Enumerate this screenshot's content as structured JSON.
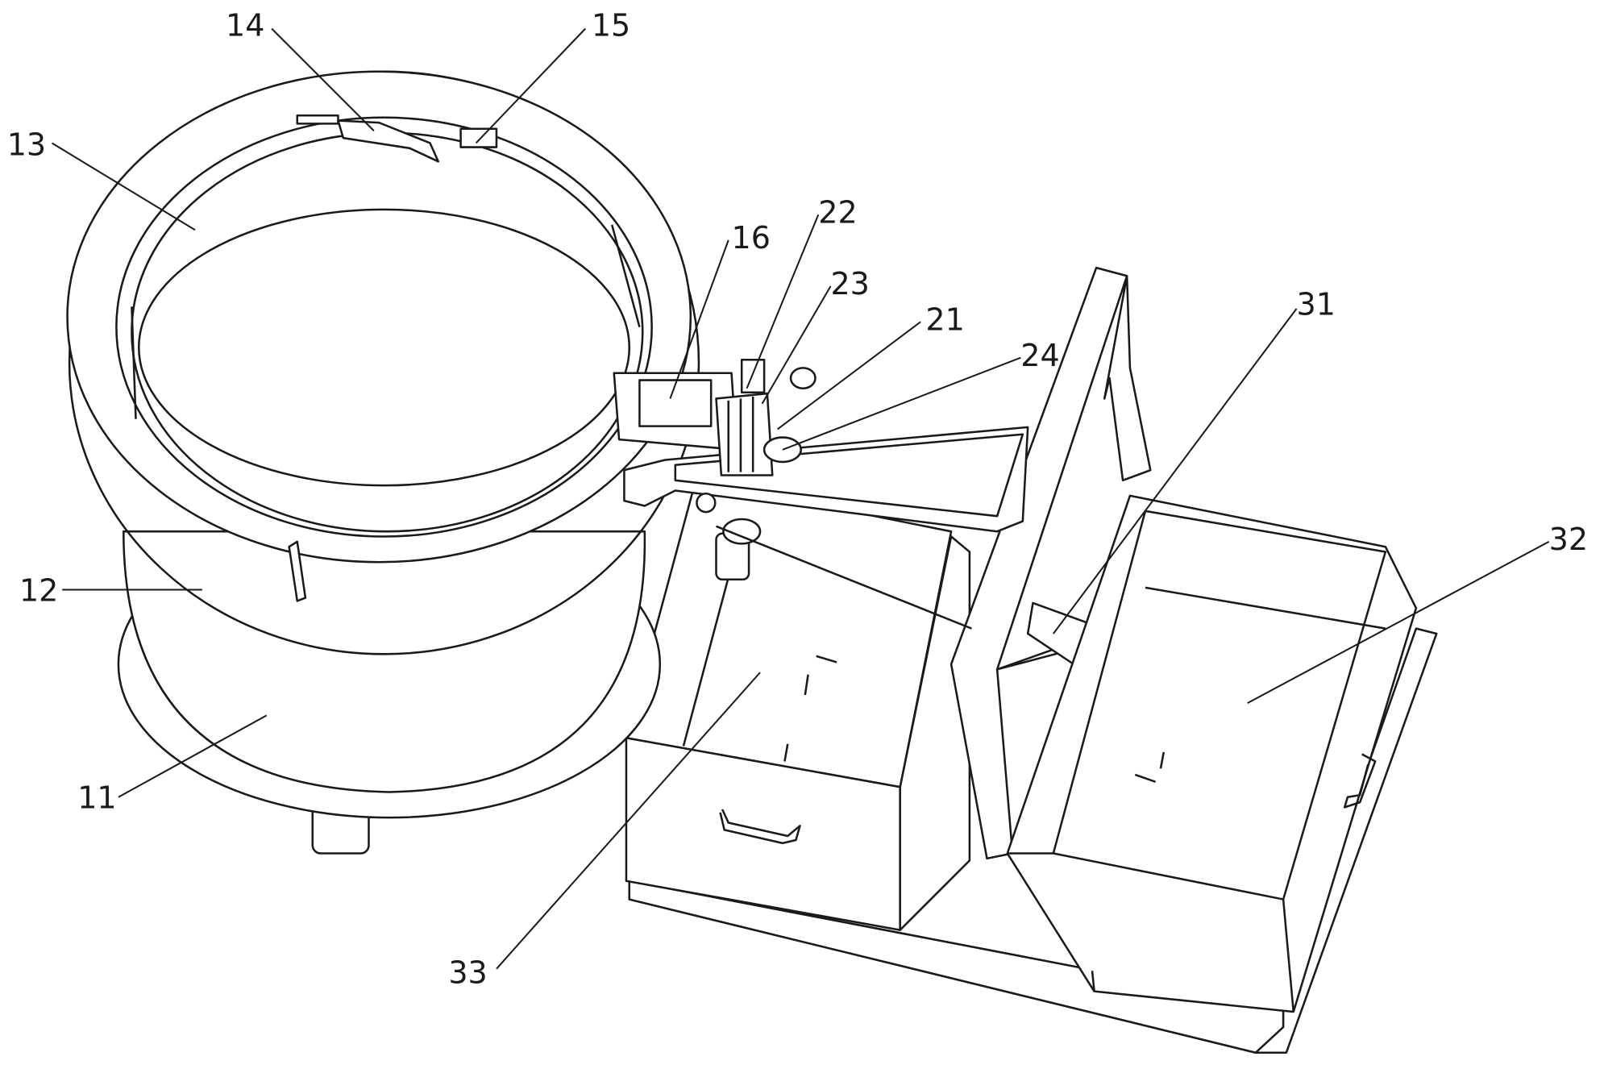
{
  "figure": {
    "labels": {
      "l11": "11",
      "l12": "12",
      "l13": "13",
      "l14": "14",
      "l15": "15",
      "l16": "16",
      "l21": "21",
      "l22": "22",
      "l23": "23",
      "l24": "24",
      "l31": "31",
      "l32": "32",
      "l33": "33"
    }
  }
}
